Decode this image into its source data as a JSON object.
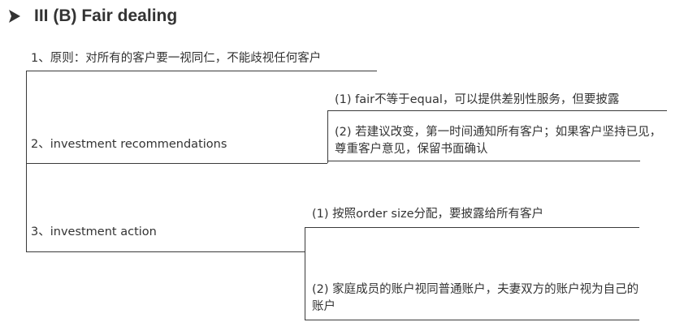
{
  "title": "III (B)  Fair dealing",
  "icons": {
    "title_bullet": "arrow-right-icon"
  },
  "items": {
    "principle": "1、原则：对所有的客户要一视同仁，不能歧视任何客户",
    "recommendations": {
      "label": "2、investment recommendations",
      "sub1": "(1) fair不等于equal，可以提供差别性服务，但要披露",
      "sub2": "(2) 若建议改变，第一时间通知所有客户；如果客户坚持已见，尊重客户意见，保留书面确认"
    },
    "action": {
      "label": "3、investment action",
      "sub1": "(1) 按照order size分配，要披露给所有客户",
      "sub2": "(2) 家庭成员的账户视同普通账户，夫妻双方的账户视为自己的账户"
    }
  }
}
